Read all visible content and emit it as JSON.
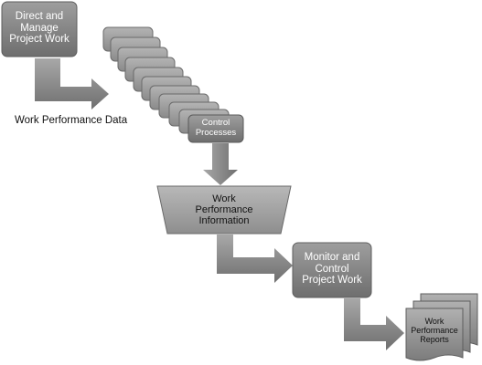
{
  "nodes": {
    "direct_manage": "Direct and\nManage\nProject Work",
    "work_performance_data": "Work Performance Data",
    "control_processes": "Control\nProcesses",
    "work_performance_information": "Work\nPerformance\nInformation",
    "monitor_control": "Monitor and\nControl\nProject Work",
    "work_performance_reports": "Work\nPerformance\nReports"
  },
  "colors": {
    "box_fill": "#8c8c8c",
    "box_dark": "#5f5f5f",
    "arrow_fill": "#8a8a8a",
    "shadow": "#cfcfcf"
  }
}
